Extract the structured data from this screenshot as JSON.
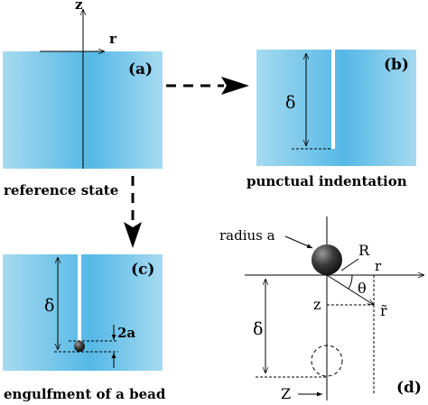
{
  "panels": {
    "a": {
      "tag": "(a)",
      "caption": "reference state",
      "axis_z": "z",
      "axis_r": "r"
    },
    "b": {
      "tag": "(b)",
      "caption": "punctual indentation",
      "depth": "δ"
    },
    "c": {
      "tag": "(c)",
      "caption": "engulfment of a bead",
      "depth": "δ",
      "bead_size": "2a"
    },
    "d": {
      "tag": "(d)",
      "radius_label": "radius a",
      "R": "R",
      "r": "r",
      "theta": "θ",
      "z": "z",
      "r_tilde": "r̃",
      "depth": "δ",
      "Z": "Z"
    }
  },
  "colors": {
    "gel_edge": "#8fd0ec",
    "gel_center": "#4fb6e6",
    "line": "#000000"
  }
}
